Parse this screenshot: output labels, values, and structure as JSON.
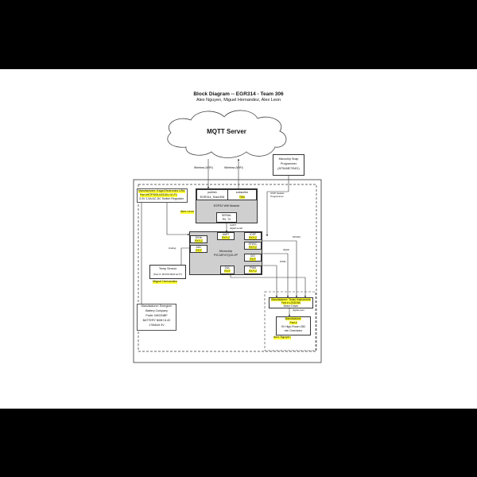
{
  "title": "Block Diagram -- EGR314 - Team 306",
  "authors": "Alex Nguyen, Miguel Hernandez, Alex Leon",
  "cloud": {
    "label": "MQTT Server"
  },
  "wires": {
    "wireless_left": "Wireless (WiFi)",
    "wireless_right": "Wireless (WiFi)",
    "icsp_note": "ICSP Header",
    "programmer_note": "Programmer",
    "uart_note": "UART",
    "digital_serial": "digital serial",
    "analog_note": "Analog",
    "spi_note": "SPI/I2C",
    "digital_note": "digital",
    "pwm_note": "PWM",
    "digital_pwm": "digital pwm"
  },
  "programmer": {
    "line1": "Microchip Snap",
    "line2": "Programmer",
    "line3": "(ATSAME70N21)"
  },
  "power": {
    "manufacturer": "Manufacturer: Kaga Electronics USA",
    "part": "Part #KTPS05-03310U-VI-P1",
    "desc": "3.3V 1.5A AC-DC Switch Regulator"
  },
  "esp": {
    "publish": "publish",
    "publish_topic": "EGR314_Team306",
    "subscribe": "subscribe",
    "subscribe_topic": "TBD",
    "module": "ESP32 Wifi Module",
    "serial": "SERIAL",
    "rxtx": "RX, TX",
    "owner": "Alex Leon"
  },
  "mcu": {
    "name": "Microchip",
    "part": "PIC18F47Q10-I/P",
    "uart": "UART",
    "uart_pin": "RX/Y,Z",
    "icsp": "ICSP",
    "icsp_pin": "RX/Y,Z",
    "dig": "DI/Vin",
    "dig_pin": "RX/Y,Z",
    "adc": "ADC",
    "adc_pin": "RX/Y",
    "spi": "SPI/I2C",
    "spi_pin": "RX/Y,Z",
    "dio": "DIO",
    "dio_pin": "RX/Y",
    "pwm": "PWM",
    "pwm_pin": "RX/Y,Z",
    "dac": "DAC",
    "dac_pin": "RX/Y"
  },
  "temp": {
    "name": "Temp Sensor",
    "part": "(Part #: MCP9700AT-E/TT)",
    "owner": "Miguel Hernandez"
  },
  "battery": {
    "manufacturer": "Manufacturer: Energizer",
    "company": "Battery Company",
    "part": "Part#: NH22NBP",
    "desc1": "BATTERY NIMH 8.4V",
    "desc2": "175MAH 9V"
  },
  "driver": {
    "manufacturer": "Manufacturer: Texas Instruments",
    "part": "Part #:L293DNE",
    "desc": "Motor Driver",
    "owner": ""
  },
  "motor": {
    "manufacturer": "Manufacturer:",
    "part": "Part #",
    "desc1": "9V High-Power 25D",
    "desc2": "mm Gearmotor",
    "owner": "Alex Nguyen"
  }
}
